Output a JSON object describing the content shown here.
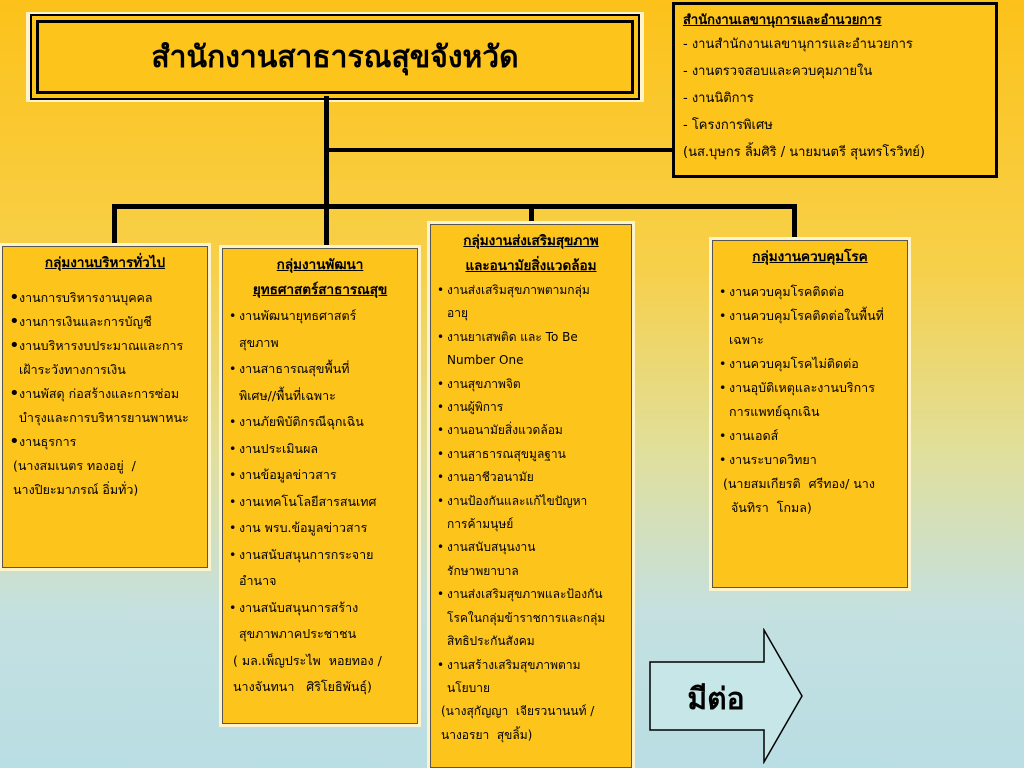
{
  "title": "สำนักงานสาธารณสุขจังหวัด",
  "admin": {
    "heading": "สำนักงานเลขานุการและอำนวยการ",
    "items": [
      " - งานสำนักงานเลขานุการและอำนวยการ",
      " - งานตรวจสอบและควบคุมภายใน",
      " - งานนิติการ",
      " - โครงการพิเศษ"
    ],
    "note": "(นส.บุษกร  ลิ้มศิริ / นายมนตรี  สุนทรโรวิทย์)"
  },
  "groups": [
    {
      "heading": "กลุ่มงานบริหารทั่วไป",
      "lines": [
        {
          "t": "งานการบริหารงานบุคคล",
          "b": true
        },
        {
          "t": "งานการเงินและการบัญชี",
          "b": true
        },
        {
          "t": "งานบริหารงบประมาณและการ",
          "b": true
        },
        {
          "t": "เฝ้าระวังทางการเงิน",
          "b": false
        },
        {
          "t": "งานพัสดุ ก่อสร้างและการซ่อม",
          "b": true
        },
        {
          "t": "บำรุงและการบริหารยานพาหนะ",
          "b": false
        },
        {
          "t": "งานธุรการ",
          "b": true
        }
      ],
      "note": [
        "(นางสมเนตร ทองอยู่  /",
        "นางปิยะมาภรณ์ อิ่มทั่ว)"
      ]
    },
    {
      "heading": "กลุ่มงานพัฒนา\nยุทธศาสตร์สาธารณสุข",
      "lines": [
        {
          "t": "งานพัฒนายุทธศาสตร์",
          "b": true
        },
        {
          "t": "สุขภาพ",
          "b": false
        },
        {
          "t": "งานสาธารณสุขพื้นที่",
          "b": true
        },
        {
          "t": "พิเศษ//พื้นที่เฉพาะ",
          "b": false
        },
        {
          "t": "งานภัยพิบัติกรณีฉุกเฉิน",
          "b": true
        },
        {
          "t": "งานประเมินผล",
          "b": true
        },
        {
          "t": "งานข้อมูลข่าวสาร",
          "b": true
        },
        {
          "t": "งานเทคโนโลยีสารสนเทศ",
          "b": true
        },
        {
          "t": "งาน พรบ.ข้อมูลข่าวสาร",
          "b": true
        },
        {
          "t": "งานสนับสนุนการกระจาย",
          "b": true
        },
        {
          "t": "อำนาจ",
          "b": false
        },
        {
          "t": "งานสนับสนุนการสร้าง",
          "b": true
        },
        {
          "t": "สุขภาพภาคประชาชน",
          "b": false
        }
      ],
      "note": [
        "( มล.เพ็ญประไพ  หอยทอง /",
        "นางจันทนา   ศิริโยธิพันธุ์)"
      ]
    },
    {
      "heading": "กลุ่มงานส่งเสริมสุขภาพ\nและอนามัยสิ่งแวดล้อม",
      "lines": [
        {
          "t": "งานส่งเสริมสุขภาพตามกลุ่ม",
          "b": true
        },
        {
          "t": "อายุ",
          "b": false
        },
        {
          "t": "งานยาเสพติด และ To Be",
          "b": true
        },
        {
          "t": "Number One",
          "b": false
        },
        {
          "t": "งานสุขภาพจิต",
          "b": true
        },
        {
          "t": "งานผู้พิการ",
          "b": true
        },
        {
          "t": "งานอนามัยสิ่งแวดล้อม",
          "b": true
        },
        {
          "t": "งานสาธารณสุขมูลฐาน",
          "b": true
        },
        {
          "t": "งานอาชีวอนามัย",
          "b": true
        },
        {
          "t": "งานป้องกันและแก้ไขปัญหา",
          "b": true
        },
        {
          "t": "การค้ามนุษย์",
          "b": false
        },
        {
          "t": "งานสนับสนุนงาน",
          "b": true
        },
        {
          "t": "รักษาพยาบาล",
          "b": false
        },
        {
          "t": "งานส่งเสริมสุขภาพและป้องกัน",
          "b": true
        },
        {
          "t": "โรคในกลุ่มข้าราชการและกลุ่ม",
          "b": false
        },
        {
          "t": "สิทธิประกันสังคม",
          "b": false
        },
        {
          "t": "งานสร้างเสริมสุขภาพตาม",
          "b": true
        },
        {
          "t": "นโยบาย",
          "b": false
        }
      ],
      "note": [
        "(นางสุกัญญา  เจียรวนานนท์ /",
        "นางอรยา  สุขลิ้ม)"
      ]
    },
    {
      "heading": "กลุ่มงานควบคุมโรค",
      "lines": [
        {
          "t": "งานควบคุมโรคติดต่อ",
          "b": true
        },
        {
          "t": "งานควบคุมโรคติดต่อในพื้นที่",
          "b": true
        },
        {
          "t": "เฉพาะ",
          "b": false
        },
        {
          "t": "งานควบคุมโรคไม่ติดต่อ",
          "b": true
        },
        {
          "t": "งานอุบัติเหตุและงานบริการ",
          "b": true
        },
        {
          "t": "การแพทย์ฉุกเฉิน",
          "b": false
        },
        {
          "t": "งานเอดส์",
          "b": true
        },
        {
          "t": "งานระบาดวิทยา",
          "b": true
        }
      ],
      "note": [
        "(นายสมเกียรติ  ศรีทอง/ นาง",
        "  จันทิรา  โกมล)"
      ]
    }
  ],
  "continue_label": "มีต่อ"
}
